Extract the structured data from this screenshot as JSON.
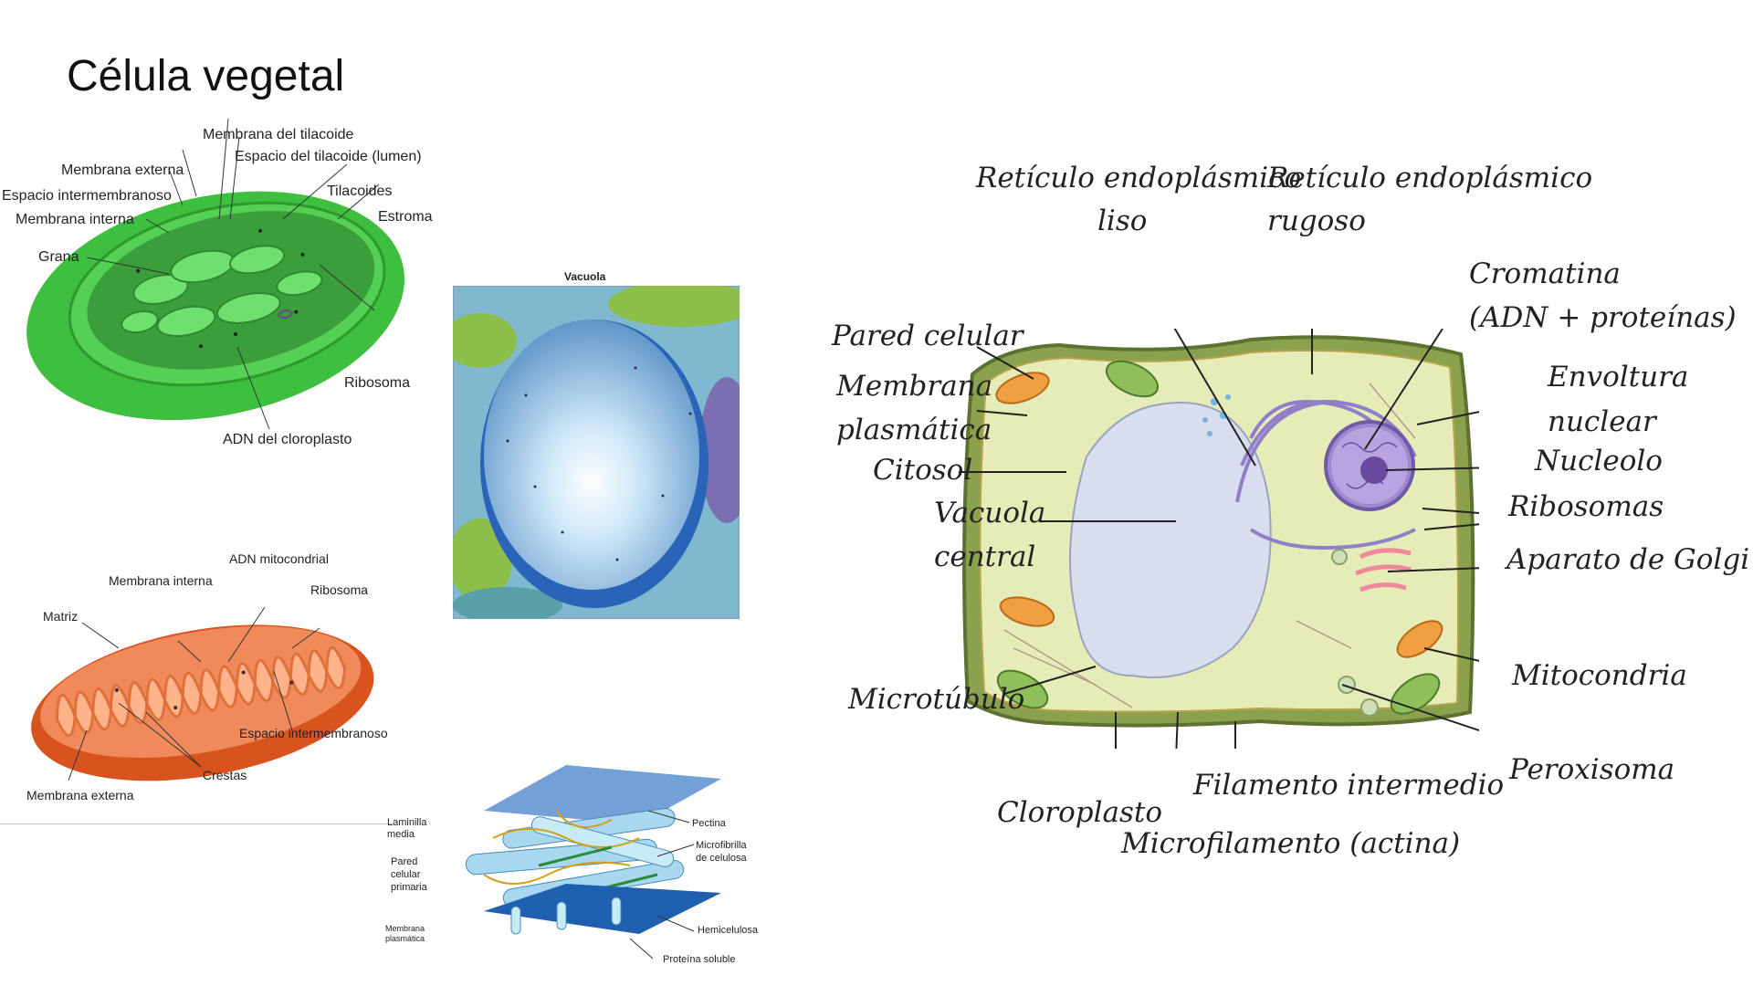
{
  "slide": {
    "title": "Célula vegetal"
  },
  "chloroplast": {
    "labels": {
      "membrana_tilacoide": "Membrana del tilacoide",
      "espacio_tilacoide": "Espacio del tilacoide (lumen)",
      "membrana_externa": "Membrana externa",
      "espacio_intermembranoso": "Espacio intermembranoso",
      "tilacoides": "Tilacoides",
      "membrana_interna": "Membrana interna",
      "estroma": "Estroma",
      "grana": "Grana",
      "ribosoma": "Ribosoma",
      "adn": "ADN del cloroplasto"
    }
  },
  "mitochondrion": {
    "labels": {
      "adn": "ADN mitocondrial",
      "membrana_interna": "Membrana interna",
      "ribosoma": "Ribosoma",
      "matriz": "Matriz",
      "espacio_intermembranoso": "Espacio intermembranoso",
      "crestas": "Crestas",
      "membrana_externa": "Membrana externa"
    }
  },
  "vacuole": {
    "title": "Vacuola"
  },
  "cell_wall": {
    "labels": {
      "laminilla_1": "Laminilla",
      "laminilla_2": "media",
      "pared_1": "Pared",
      "pared_2": "celular",
      "pared_3": "primaria",
      "membrana_1": "Membrana",
      "membrana_2": "plasmática",
      "pectina": "Pectina",
      "microfibrilla_1": "Microfibrilla",
      "microfibrilla_2": "de celulosa",
      "hemicelulosa": "Hemicelulosa",
      "proteina": "Proteína soluble"
    }
  },
  "plant_cell": {
    "labels": {
      "rel_1": "Retículo endoplásmico",
      "rel_2": "liso",
      "rer_1": "Retículo endoplásmico",
      "rer_2": "rugoso",
      "cromatina_1": "Cromatina",
      "cromatina_2": "(ADN + proteínas)",
      "pared": "Pared celular",
      "membrana_1": "Membrana",
      "membrana_2": "plasmática",
      "envoltura_1": "Envoltura",
      "envoltura_2": "nuclear",
      "citosol": "Citosol",
      "nucleolo": "Nucleolo",
      "vacuola_1": "Vacuola",
      "vacuola_2": "central",
      "ribosomas": "Ribosomas",
      "golgi": "Aparato de Golgi",
      "microtubulo": "Microtúbulo",
      "mitocondria": "Mitocondria",
      "peroxisoma": "Peroxisoma",
      "filamento": "Filamento intermedio",
      "cloroplasto": "Cloroplasto",
      "microfilamento": "Microfilamento (actina)"
    }
  }
}
